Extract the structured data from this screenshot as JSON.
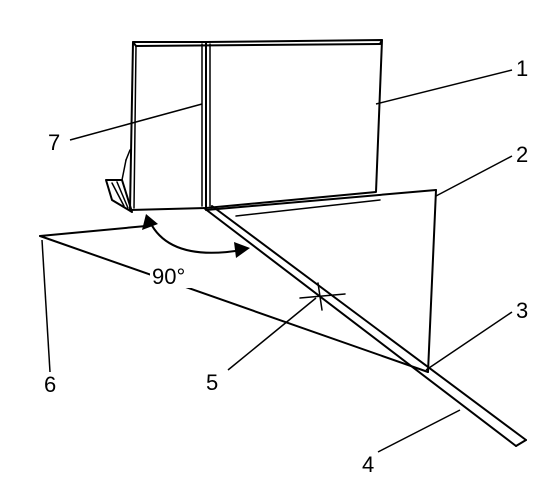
{
  "angle_label": "90°",
  "callouts": [
    {
      "id": "1",
      "label": "1"
    },
    {
      "id": "2",
      "label": "2"
    },
    {
      "id": "3",
      "label": "3"
    },
    {
      "id": "4",
      "label": "4"
    },
    {
      "id": "5",
      "label": "5"
    },
    {
      "id": "6",
      "label": "6"
    },
    {
      "id": "7",
      "label": "7"
    }
  ],
  "colors": {
    "line": "#000000",
    "background": "#ffffff"
  }
}
